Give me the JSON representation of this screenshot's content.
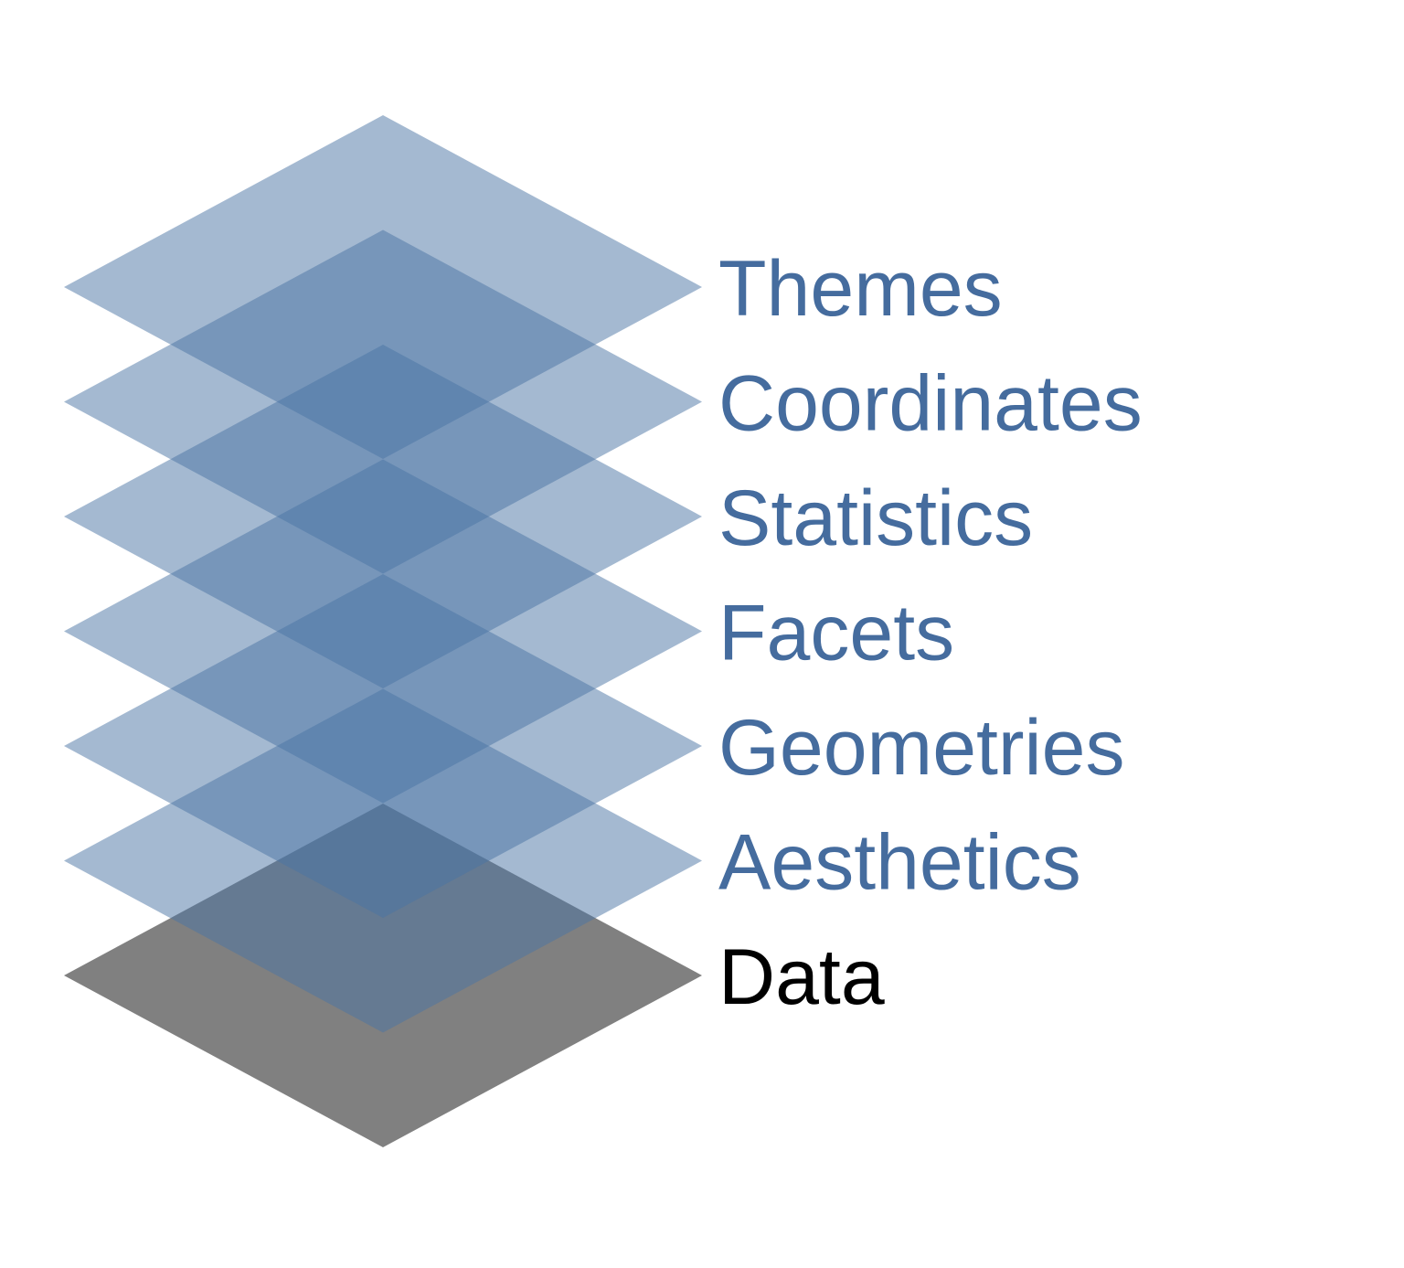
{
  "layers": [
    {
      "label": "Themes",
      "color": "#4a73a3",
      "label_color": "#456c9e"
    },
    {
      "label": "Coordinates",
      "color": "#4a73a3",
      "label_color": "#456c9e"
    },
    {
      "label": "Statistics",
      "color": "#4a73a3",
      "label_color": "#456c9e"
    },
    {
      "label": "Facets",
      "color": "#4a73a3",
      "label_color": "#456c9e"
    },
    {
      "label": "Geometries",
      "color": "#4a73a3",
      "label_color": "#456c9e"
    },
    {
      "label": "Aesthetics",
      "color": "#4a73a3",
      "label_color": "#456c9e"
    },
    {
      "label": "Data",
      "color": "#808080",
      "label_color": "#000000"
    }
  ]
}
